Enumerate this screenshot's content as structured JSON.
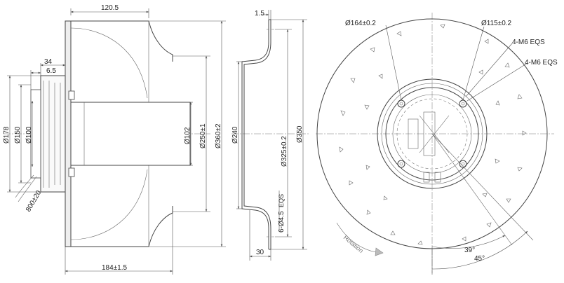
{
  "side_view": {
    "dim_top": "120.5",
    "dim_34": "34",
    "dim_6_5": "6.5",
    "dim_d178": "Ø178",
    "dim_d150": "Ø150",
    "dim_d100": "Ø100",
    "dim_cable": "800±20",
    "dim_d102": "Ø102",
    "dim_d250": "Ø250±1",
    "dim_d360": "Ø360±2",
    "dim_bottom": "184±1.5"
  },
  "section_view": {
    "dim_1_5": "1.5",
    "dim_d240": "Ø240",
    "dim_holes": "6-Ø4.5",
    "dim_holes_eqs": "EQS",
    "dim_d325": "Ø325±0.2",
    "dim_d350": "Ø350",
    "dim_30": "30"
  },
  "front_view": {
    "dim_d164": "Ø164±0.2",
    "dim_d115": "Ø115±0.2",
    "thread_1": "4-M6  EQS",
    "thread_2": "4-M6  EQS",
    "angle_39": "39°",
    "angle_45": "45°",
    "rotation": "Rotation"
  }
}
